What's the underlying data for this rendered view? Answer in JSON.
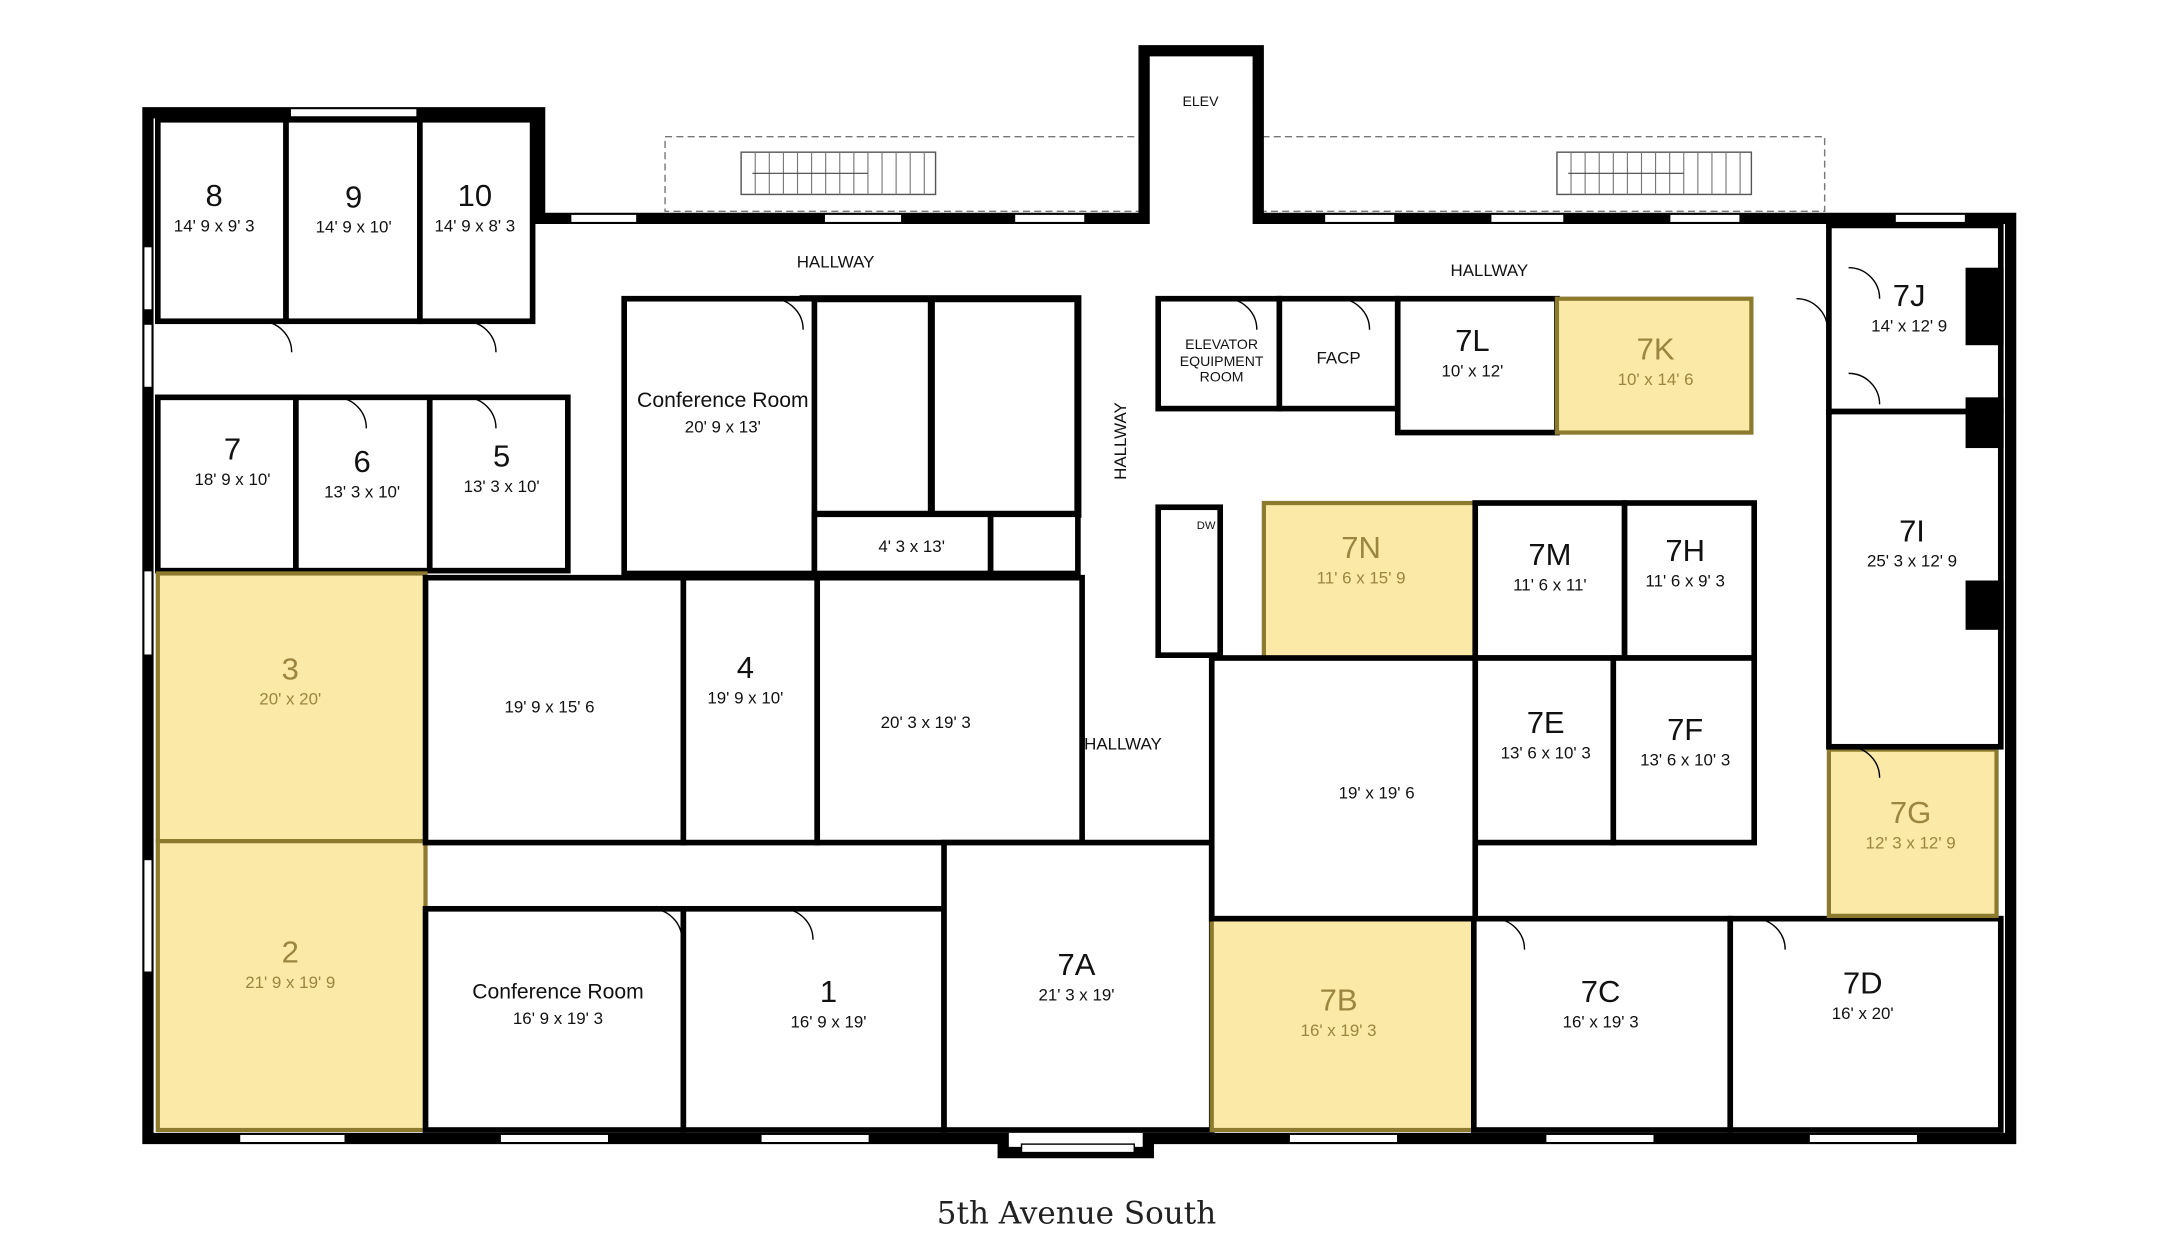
{
  "caption": "5th Avenue South",
  "colors": {
    "highlight_fill": "#fbe9a8",
    "highlight_stroke": "#8c7a2e",
    "highlight_text": "#9a8640",
    "wall": "#000000"
  },
  "hallways": [
    "HALLWAY",
    "HALLWAY",
    "HALLWAY",
    "HALLWAY"
  ],
  "elevator": "ELEV",
  "dw": "DW",
  "utility": {
    "elevator_equipment": [
      "ELEVATOR",
      "EQUIPMENT",
      "ROOM"
    ],
    "facp": "FACP"
  },
  "rooms": [
    {
      "id": "8",
      "dims": "14' 9 x 9' 3",
      "highlighted": false
    },
    {
      "id": "9",
      "dims": "14' 9 x 10'",
      "highlighted": false
    },
    {
      "id": "10",
      "dims": "14' 9 x 8' 3",
      "highlighted": false
    },
    {
      "id": "7",
      "dims": "18' 9 x 10'",
      "highlighted": false
    },
    {
      "id": "6",
      "dims": "13' 3 x 10'",
      "highlighted": false
    },
    {
      "id": "5",
      "dims": "13' 3 x 10'",
      "highlighted": false
    },
    {
      "id": "Conference Room",
      "dims": "20' 9 x 13'",
      "highlighted": false
    },
    {
      "id": "",
      "dims": "4' 3 x 13'",
      "highlighted": false
    },
    {
      "id": "3",
      "dims": "20' x 20'",
      "highlighted": true
    },
    {
      "id": "2",
      "dims": "21' 9 x 19' 9",
      "highlighted": true
    },
    {
      "id": "",
      "dims": "19' 9 x 15' 6",
      "highlighted": false
    },
    {
      "id": "4",
      "dims": "19' 9 x 10'",
      "highlighted": false
    },
    {
      "id": "",
      "dims": "20' 3 x 19' 3",
      "highlighted": false
    },
    {
      "id": "Conference Room",
      "dims": "16' 9 x 19' 3",
      "highlighted": false
    },
    {
      "id": "1",
      "dims": "16' 9 x 19'",
      "highlighted": false
    },
    {
      "id": "7A",
      "dims": "21' 3 x 19'",
      "highlighted": false
    },
    {
      "id": "7B",
      "dims": "16' x 19' 3",
      "highlighted": true
    },
    {
      "id": "7C",
      "dims": "16' x 19' 3",
      "highlighted": false
    },
    {
      "id": "7D",
      "dims": "16' x 20'",
      "highlighted": false
    },
    {
      "id": "7G",
      "dims": "12' 3 x 12' 9",
      "highlighted": true
    },
    {
      "id": "7I",
      "dims": "25' 3 x 12' 9",
      "highlighted": false
    },
    {
      "id": "7J",
      "dims": "14' x 12' 9",
      "highlighted": false
    },
    {
      "id": "7L",
      "dims": "10' x 12'",
      "highlighted": false
    },
    {
      "id": "7K",
      "dims": "10' x 14' 6",
      "highlighted": true
    },
    {
      "id": "7N",
      "dims": "11' 6 x 15' 9",
      "highlighted": true
    },
    {
      "id": "7M",
      "dims": "11' 6 x 11'",
      "highlighted": false
    },
    {
      "id": "7H",
      "dims": "11' 6 x 9' 3",
      "highlighted": false
    },
    {
      "id": "7E",
      "dims": "13' 6 x 10' 3",
      "highlighted": false
    },
    {
      "id": "7F",
      "dims": "13' 6 x 10' 3",
      "highlighted": false
    },
    {
      "id": "",
      "dims": "19' x 19' 6",
      "highlighted": false
    }
  ]
}
